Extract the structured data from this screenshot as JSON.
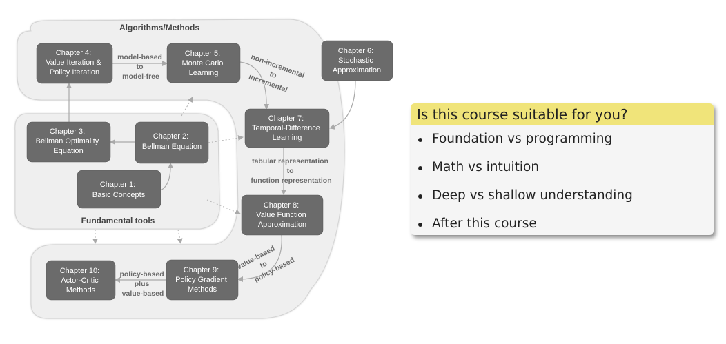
{
  "regions": {
    "algorithms": "Algorithms/Methods",
    "fundamental": "Fundamental tools"
  },
  "chapters": {
    "ch1": [
      "Chapter 1:",
      "Basic Concepts"
    ],
    "ch2": [
      "Chapter 2:",
      "Bellman Equation"
    ],
    "ch3": [
      "Chapter 3:",
      "Bellman Optimality",
      "Equation"
    ],
    "ch4": [
      "Chapter 4:",
      "Value Iteration &",
      "Policy Iteration"
    ],
    "ch5": [
      "Chapter 5:",
      "Monte Carlo",
      "Learning"
    ],
    "ch6": [
      "Chapter 6:",
      "Stochastic",
      "Approximation"
    ],
    "ch7": [
      "Chapter 7:",
      "Temporal-Difference",
      "Learning"
    ],
    "ch8": [
      "Chapter 8:",
      "Value Function",
      "Approximation"
    ],
    "ch9": [
      "Chapter 9:",
      "Policy Gradient",
      "Methods"
    ],
    "ch10": [
      "Chapter 10:",
      "Actor-Critic",
      "Methods"
    ]
  },
  "edge_labels": {
    "mb_to_mf": [
      "model-based",
      "to",
      "model-free"
    ],
    "nonincremental": [
      "non-incremental",
      "to",
      "incremental"
    ],
    "tabular": [
      "tabular representation",
      "to",
      "function representation"
    ],
    "value_to_policy": [
      "value-based",
      "to",
      "policy-based"
    ],
    "policy_plus_value": [
      "policy-based",
      "plus",
      "value-based"
    ]
  },
  "info": {
    "title": "Is this course suitable for you?",
    "items": [
      "Foundation vs programming",
      "Math vs intuition",
      "Deep vs shallow understanding",
      "After this course"
    ]
  },
  "colors": {
    "node": "#6b6b6b",
    "region": "#efefef",
    "title_bar": "#f0e47a",
    "arrow": "#a9a9a9"
  }
}
